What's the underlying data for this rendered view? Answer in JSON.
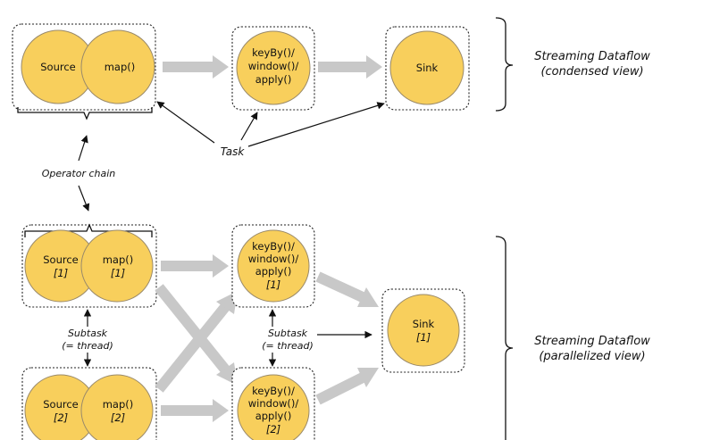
{
  "condensed": {
    "source": "Source",
    "map": "map()",
    "keyby": [
      "keyBy()/",
      "window()/",
      "apply()"
    ],
    "sink": "Sink",
    "title": [
      "Streaming Dataflow",
      "(condensed view)"
    ]
  },
  "labels": {
    "task": "Task",
    "operator_chain": "Operator chain",
    "subtask": [
      "Subtask",
      "(= thread)"
    ]
  },
  "parallel": {
    "source_1": [
      "Source",
      "[1]"
    ],
    "map_1": [
      "map()",
      "[1]"
    ],
    "source_2": [
      "Source",
      "[2]"
    ],
    "map_2": [
      "map()",
      "[2]"
    ],
    "keyby_1": [
      "keyBy()/",
      "window()/",
      "apply()",
      "[1]"
    ],
    "keyby_2": [
      "keyBy()/",
      "window()/",
      "apply()",
      "[2]"
    ],
    "sink_1": [
      "Sink",
      "[1]"
    ],
    "title": [
      "Streaming Dataflow",
      "(parallelized view)"
    ]
  },
  "colors": {
    "node_fill": "#f8cf5c",
    "flow_arrow": "#c8c8c8"
  }
}
